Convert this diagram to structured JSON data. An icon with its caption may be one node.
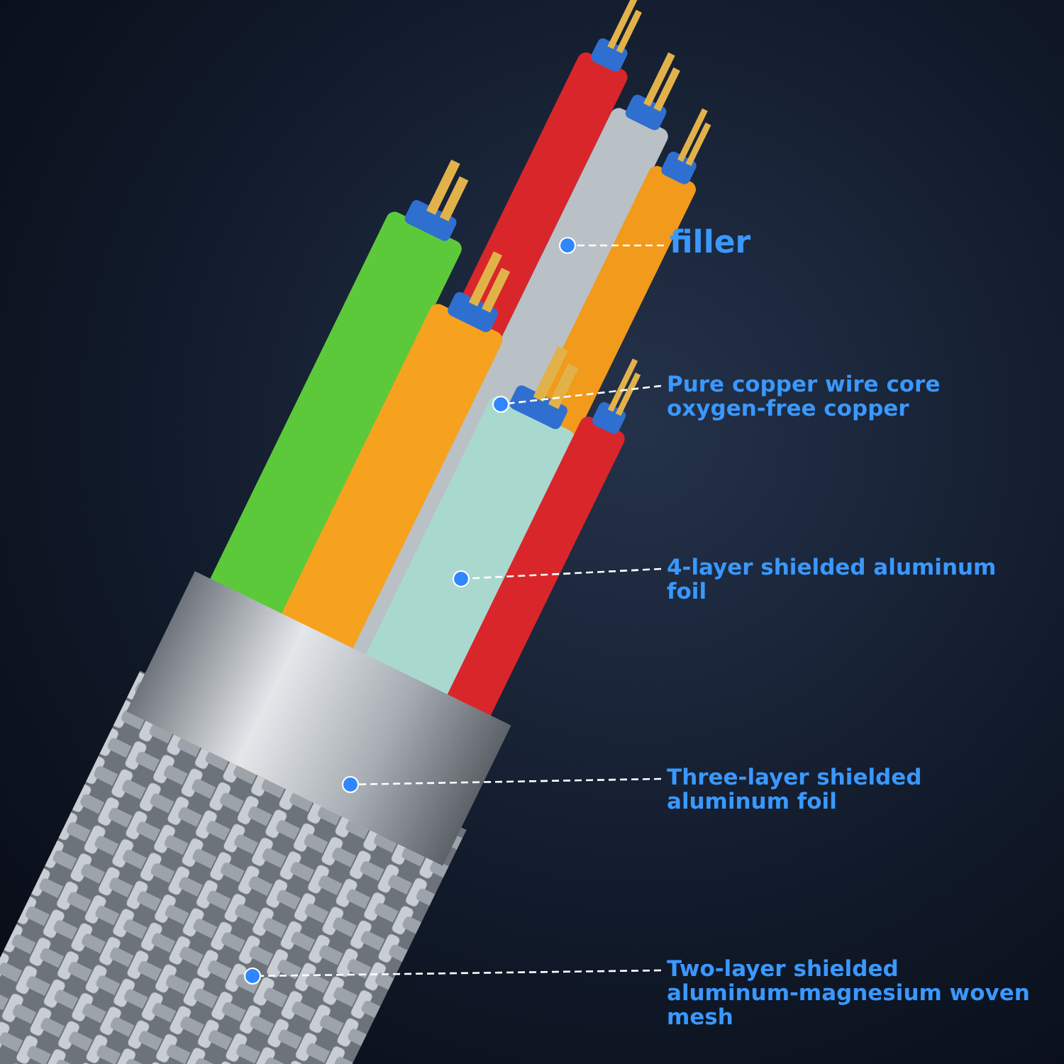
{
  "diagram": {
    "nodes": [
      {
        "text": [
          "filler"
        ]
      },
      {
        "text": [
          "Pure copper wire core oxygen-free copper"
        ]
      },
      {
        "text": [
          "4-layer shielded aluminum foil"
        ]
      },
      {
        "text": [
          "Three-layer shielded aluminum foil"
        ]
      },
      {
        "text": [
          "Two-layer shielded aluminum-magnesium woven mesh"
        ]
      }
    ],
    "edges": [
      {
        "from": 0,
        "to": null,
        "arrow": "other",
        "style": "dashed"
      },
      {
        "from": 1,
        "to": null,
        "arrow": "other",
        "style": "dashed"
      },
      {
        "from": 2,
        "to": null,
        "arrow": "other",
        "style": "dashed"
      },
      {
        "from": 3,
        "to": null,
        "arrow": "other",
        "style": "dashed"
      },
      {
        "from": 4,
        "to": null,
        "arrow": "other",
        "style": "dashed"
      }
    ]
  }
}
